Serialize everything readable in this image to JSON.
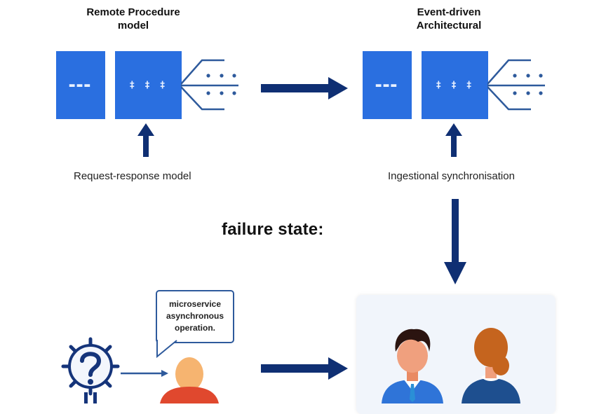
{
  "diagram": {
    "left_section": {
      "title_line1": "Remote Procedure",
      "title_line2": "model",
      "block_a_text": "▬▬▬",
      "block_b_text": "‡ ‡ ‡",
      "caption": "Request-response model"
    },
    "right_section": {
      "title_line1": "Event-driven",
      "title_line2": "Architectural",
      "block_a_text": "▬▬▬",
      "block_b_text": "‡ ‡ ‡",
      "caption": "Ingestional synchronisation"
    },
    "middle_heading": "failure state:",
    "speech_bubble": {
      "line1": "microservice",
      "line2": "asynchronous",
      "line3": "operation."
    },
    "icons": {
      "question": "question-gear-icon",
      "person_single": "person-icon",
      "people_pair": "people-icon"
    },
    "colors": {
      "block_blue": "#2a6fe0",
      "arrow_navy": "#0f2f73",
      "line_blue": "#2e5a9c",
      "panel_bg": "#f1f5fb"
    }
  }
}
